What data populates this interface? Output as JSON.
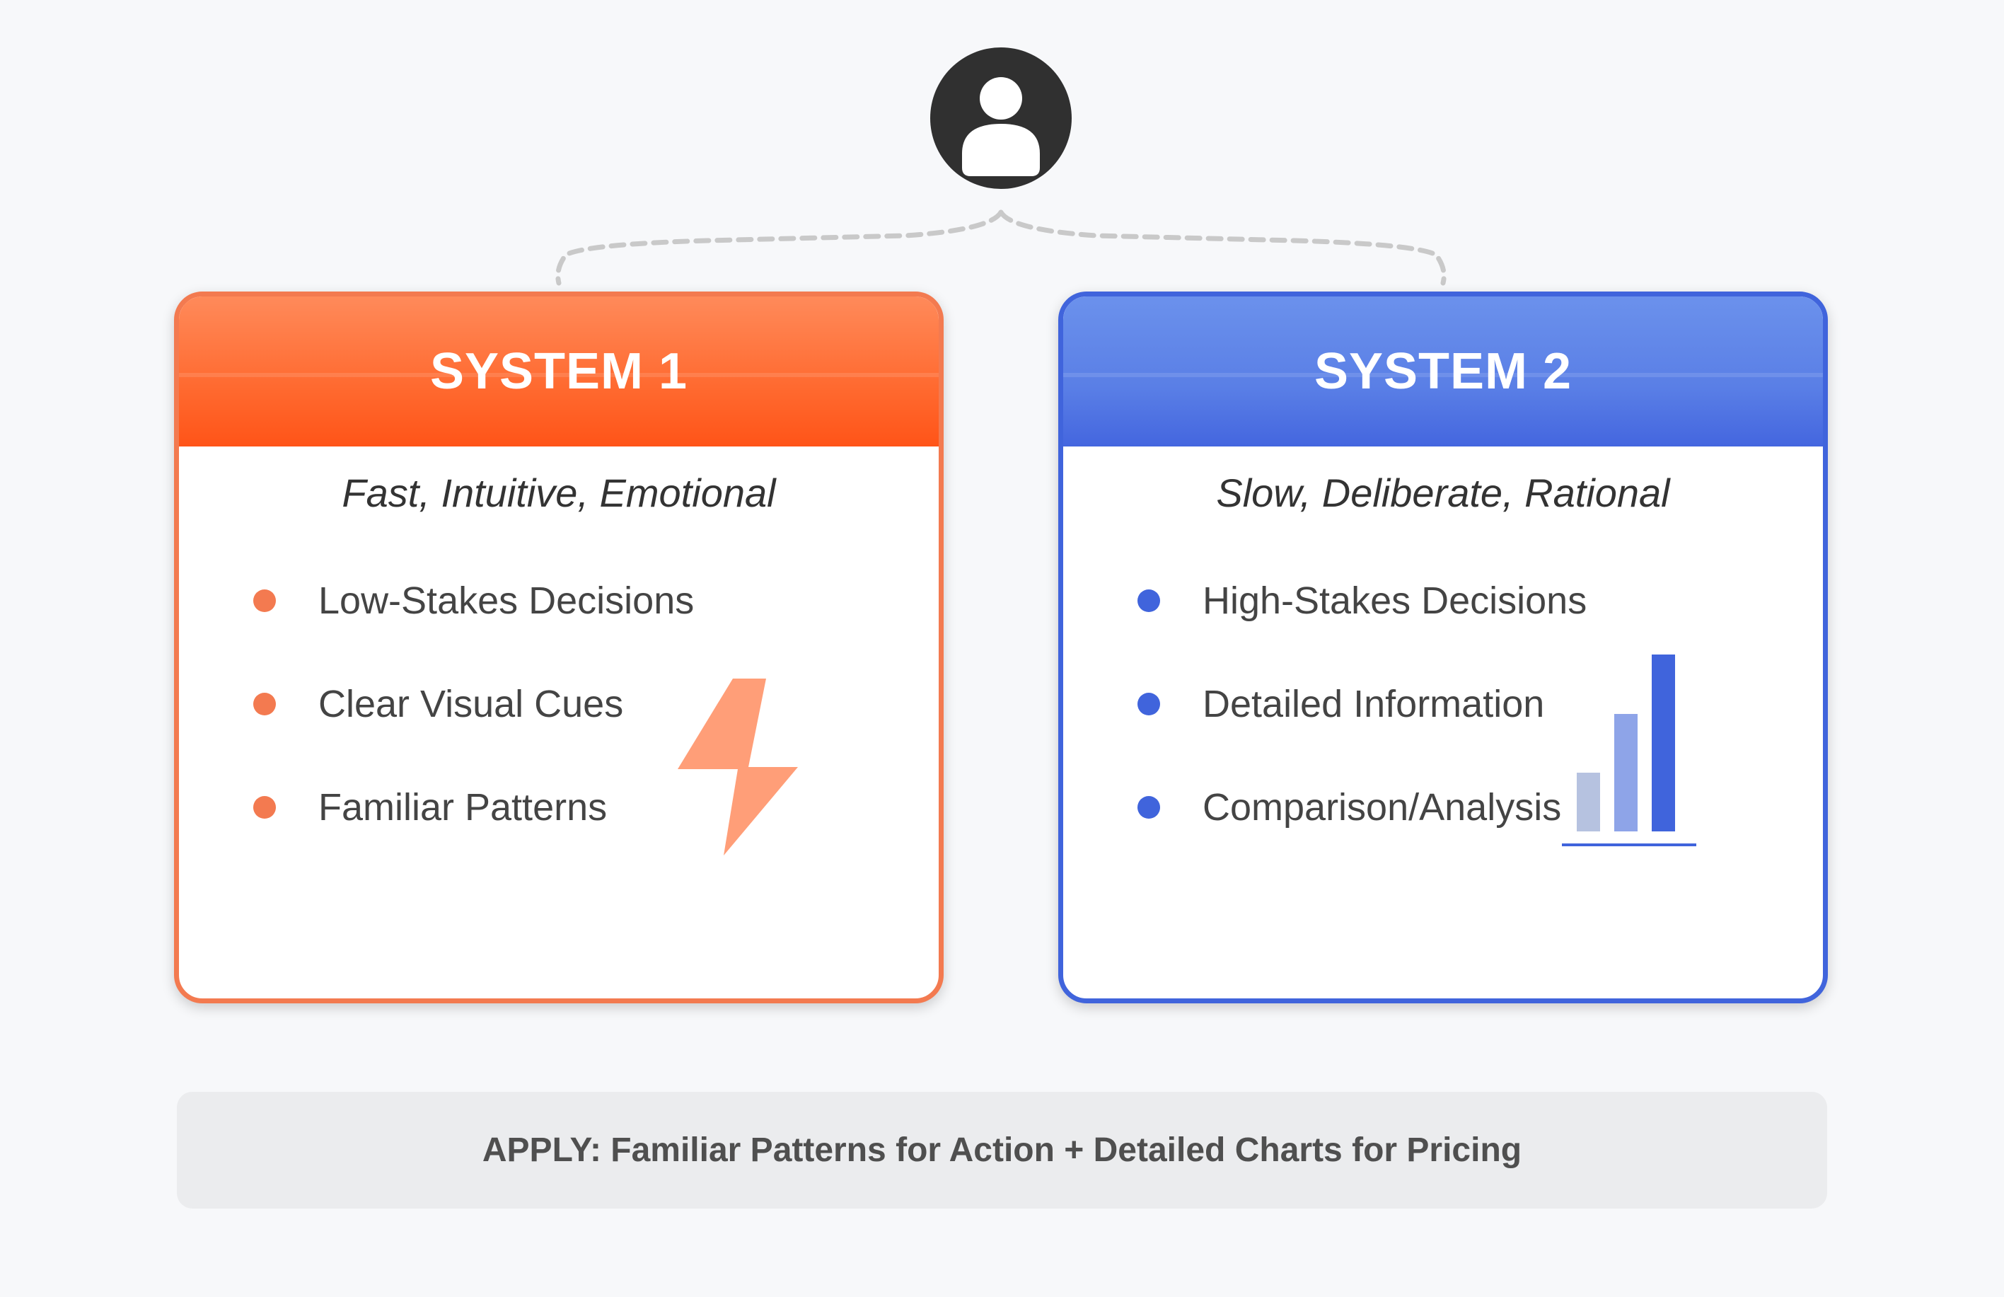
{
  "avatar": {
    "icon": "user-icon"
  },
  "systems": [
    {
      "title": "SYSTEM 1",
      "subtitle": "Fast, Intuitive, Emotional",
      "accent": "#f37a50",
      "header_color": "#ff5a1f",
      "icon": "lightning-bolt-icon",
      "items": [
        "Low-Stakes Decisions",
        "Clear Visual Cues",
        "Familiar Patterns"
      ]
    },
    {
      "title": "SYSTEM 2",
      "subtitle": "Slow, Deliberate, Rational",
      "accent": "#4064dc",
      "header_color": "#4f72e2",
      "icon": "bar-chart-icon",
      "items": [
        "High-Stakes Decisions",
        "Detailed Information",
        "Comparison/Analysis"
      ]
    }
  ],
  "banner": {
    "text": "APPLY: Familiar Patterns for Action + Detailed Charts for Pricing"
  }
}
